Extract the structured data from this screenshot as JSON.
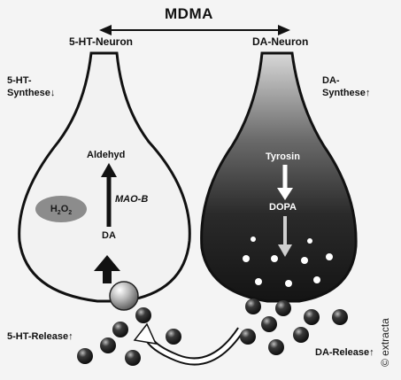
{
  "title": "MDMA",
  "neurons": {
    "left": "5-HT-Neuron",
    "right": "DA-Neuron"
  },
  "synthesis": {
    "left_line1": "5-HT-",
    "left_line2": "Synthese↓",
    "right_line1": "DA-",
    "right_line2": "Synthese↑"
  },
  "inner_left": {
    "aldehyd": "Aldehyd",
    "enzyme": "MAO-B",
    "da": "DA",
    "h2o2": "H",
    "h2o2_sub1": "2",
    "h2o2_o": "O",
    "h2o2_sub2": "2"
  },
  "inner_right": {
    "tyrosin": "Tyrosin",
    "dopa": "DOPA"
  },
  "release": {
    "left": "5-HT-Release↑",
    "right": "DA-Release↑"
  },
  "copyright": "© extracta",
  "colors": {
    "left_neuron": "#f2f2f2",
    "right_neuron_dark": "#1e1e1e",
    "vesicle": "#2a2a2a",
    "h2o2_ellipse": "#8c8c8c"
  }
}
